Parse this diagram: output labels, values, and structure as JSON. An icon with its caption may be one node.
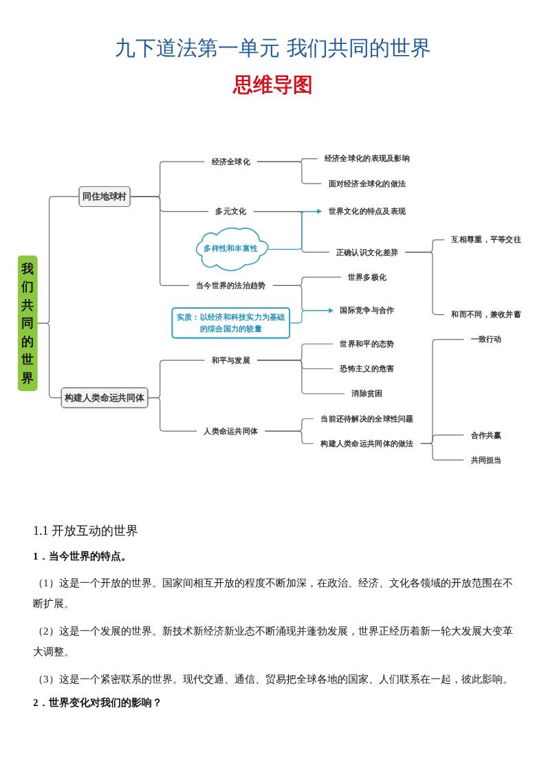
{
  "diagram": {
    "title": "九下道法第一单元 我们共同的世界",
    "nodes": [
      {
        "text": [
          "我们共同的世界"
        ]
      },
      {
        "text": [
          "同住地球村"
        ]
      },
      {
        "text": [
          "经济全球化"
        ]
      },
      {
        "text": [
          "经济全球化的表现及影响"
        ]
      },
      {
        "text": [
          "面对经济全球化的做法"
        ]
      },
      {
        "text": [
          "多元文化"
        ]
      },
      {
        "text": [
          "世界文化的特点及表现"
        ]
      },
      {
        "text": [
          "正确认识文化差异"
        ]
      },
      {
        "text": [
          "互相尊重，平等交往"
        ]
      },
      {
        "text": [
          "和而不同，兼收并蓄"
        ]
      },
      {
        "text": [
          "当今世界的法治趋势"
        ]
      },
      {
        "text": [
          "世界多极化"
        ]
      },
      {
        "text": [
          "国际竞争与合作"
        ]
      },
      {
        "text": [
          "多样性和丰富性"
        ]
      },
      {
        "text": [
          "实质：以经济和科技实力为基础的综合国力的较量"
        ]
      },
      {
        "text": [
          "构建人类命运共同体"
        ]
      },
      {
        "text": [
          "和平与发展"
        ]
      },
      {
        "text": [
          "世界和平的态势"
        ]
      },
      {
        "text": [
          "恐怖主义的危害"
        ]
      },
      {
        "text": [
          "消除贫困"
        ]
      },
      {
        "text": [
          "人类命运共同体"
        ]
      },
      {
        "text": [
          "当前还待解决的全球性问题"
        ]
      },
      {
        "text": [
          "构建人类命运共同体的做法"
        ]
      },
      {
        "text": [
          "一致行动"
        ]
      },
      {
        "text": [
          "合作共赢"
        ]
      },
      {
        "text": [
          "共同担当"
        ]
      }
    ],
    "edges": [
      {
        "from": 0,
        "to": 1,
        "arrow": "none"
      },
      {
        "from": 1,
        "to": 2,
        "arrow": "none"
      },
      {
        "from": 2,
        "to": 3,
        "arrow": "none"
      },
      {
        "from": 2,
        "to": 4,
        "arrow": "none"
      },
      {
        "from": 1,
        "to": 5,
        "arrow": "none"
      },
      {
        "from": 5,
        "to": 6,
        "arrow": "none"
      },
      {
        "from": 5,
        "to": 7,
        "arrow": "none"
      },
      {
        "from": 7,
        "to": 8,
        "arrow": "none"
      },
      {
        "from": 7,
        "to": 9,
        "arrow": "none"
      },
      {
        "from": 1,
        "to": 10,
        "arrow": "none"
      },
      {
        "from": 10,
        "to": 11,
        "arrow": "none"
      },
      {
        "from": 10,
        "to": 12,
        "arrow": "none"
      },
      {
        "from": 13,
        "to": 6,
        "arrow": "to",
        "color": "#2a9fc4"
      },
      {
        "from": 14,
        "to": 12,
        "arrow": "to",
        "color": "#2a9fc4"
      },
      {
        "from": 0,
        "to": 15,
        "arrow": "none"
      },
      {
        "from": 15,
        "to": 16,
        "arrow": "none"
      },
      {
        "from": 16,
        "to": 17,
        "arrow": "none"
      },
      {
        "from": 16,
        "to": 18,
        "arrow": "none"
      },
      {
        "from": 16,
        "to": 19,
        "arrow": "none"
      },
      {
        "from": 15,
        "to": 20,
        "arrow": "none"
      },
      {
        "from": 20,
        "to": 21,
        "arrow": "none"
      },
      {
        "from": 20,
        "to": 22,
        "arrow": "none"
      },
      {
        "from": 22,
        "to": 23,
        "arrow": "none"
      },
      {
        "from": 22,
        "to": 24,
        "arrow": "none"
      },
      {
        "from": 22,
        "to": 25,
        "arrow": "none"
      }
    ],
    "labels": [
      "思维导图",
      "1.1 开放互动的世界",
      "1．当今世界的特点。",
      "（1）这是一个开放的世界。国家间相互开放的程度不断加深，在政治、经济、文化各领域的开放范围在不断扩展。",
      "（2）这是一个发展的世界。新技术新经济新业态不断涌现并蓬勃发展，世界正经历着新一轮大发展大变革大调整。",
      "（3）这是一个紧密联系的世界。现代交通、通信、贸易把全球各地的国家、人们联系在一起，彼此影响。",
      "2．世界变化对我们的影响？"
    ]
  }
}
